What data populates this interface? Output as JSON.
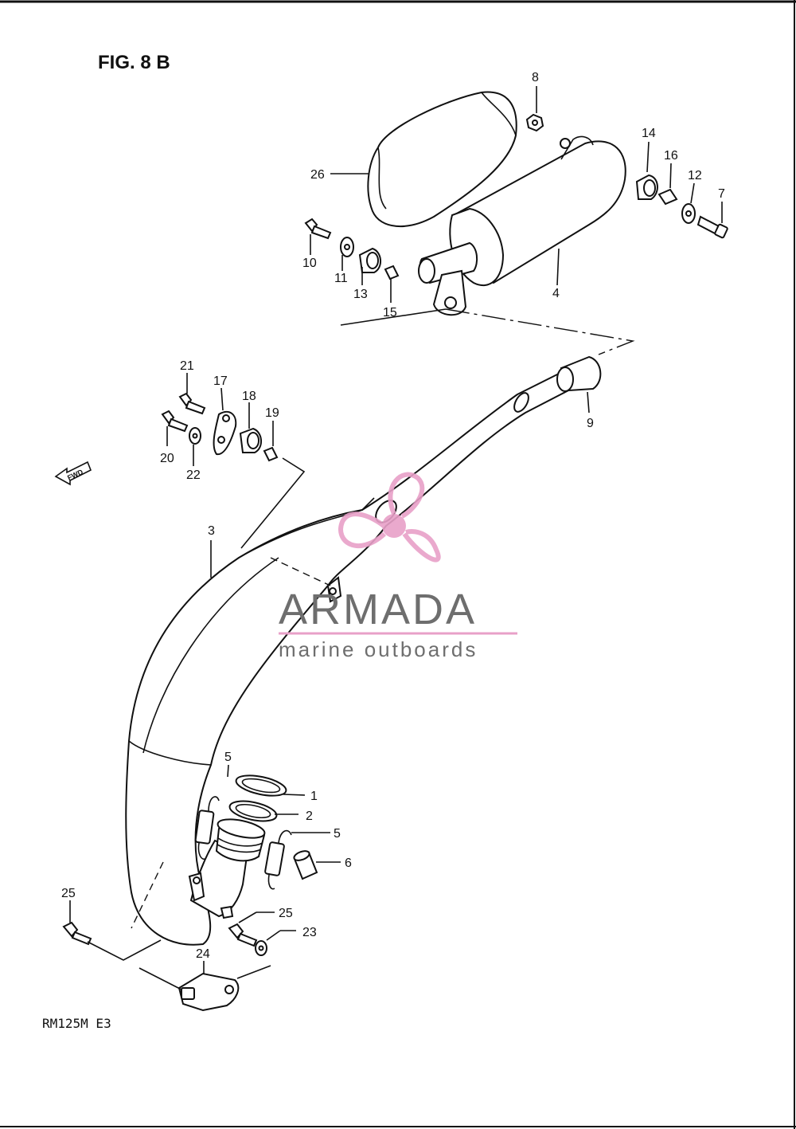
{
  "figure": {
    "title": "FIG. 8 B",
    "model_code": "RM125M  E3"
  },
  "direction": {
    "label": "FWD"
  },
  "watermark": {
    "brand": "ARMADA",
    "tagline": "marine outboards",
    "brand_color": "#6e6e6e",
    "logo_color": "#e8a0c8"
  },
  "callouts": [
    "1",
    "2",
    "3",
    "4",
    "5",
    "5",
    "6",
    "7",
    "8",
    "9",
    "10",
    "11",
    "12",
    "13",
    "14",
    "15",
    "16",
    "17",
    "18",
    "19",
    "20",
    "21",
    "22",
    "23",
    "24",
    "25",
    "25",
    "26"
  ]
}
